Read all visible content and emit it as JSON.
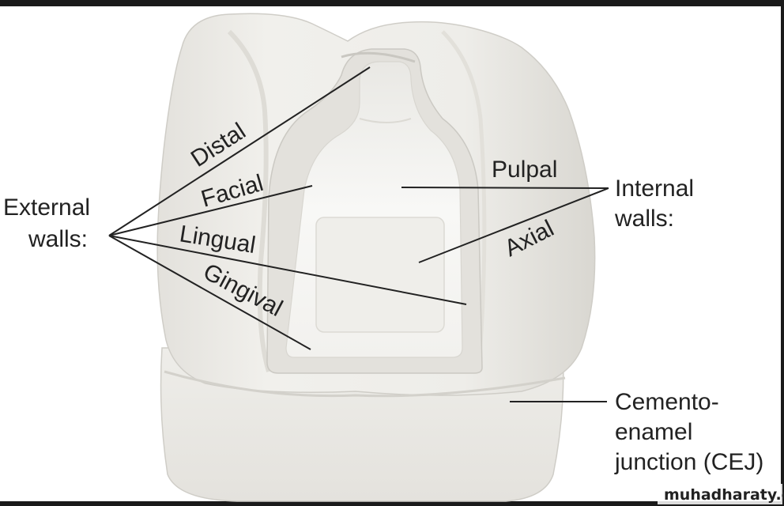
{
  "labels": {
    "external_line1": "External",
    "external_line2": "walls:",
    "internal_line1": "Internal",
    "internal_line2": "walls:",
    "distal": "Distal",
    "facial": "Facial",
    "lingual": "Lingual",
    "gingival": "Gingival",
    "pulpal": "Pulpal",
    "axial": "Axial",
    "cej_line1": "Cemento-",
    "cej_line2": "enamel",
    "cej_line3": "junction (CEJ)"
  },
  "watermark": "muhadharaty.com",
  "colors": {
    "background": "#ffffff",
    "tooth": "#ecebe7",
    "tooth_shadow": "#d6d4cf",
    "cavity_light": "#f7f7f5",
    "line": "#222222"
  }
}
